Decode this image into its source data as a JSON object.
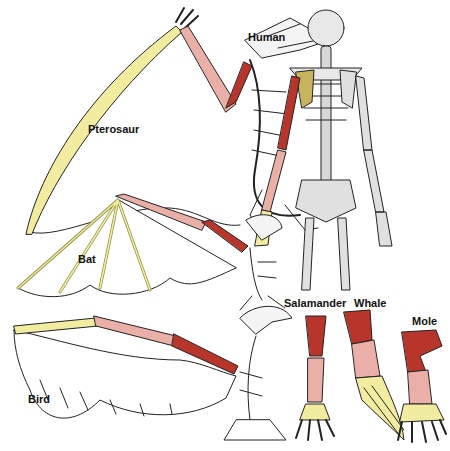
{
  "diagram": {
    "labels": [
      "Pterosaur",
      "Human",
      "Bat",
      "Bird",
      "Salamander",
      "Whale",
      "Mole"
    ]
  }
}
